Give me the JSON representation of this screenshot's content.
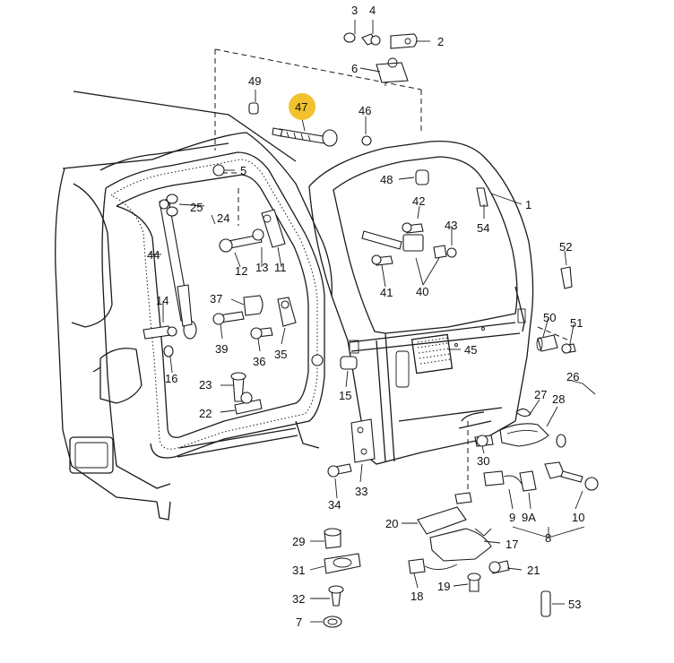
{
  "highlight_color": "#f2c12e",
  "highlighted_label": "47",
  "labels": [
    "1",
    "2",
    "3",
    "4",
    "5",
    "6",
    "7",
    "8",
    "9",
    "9A",
    "10",
    "11",
    "12",
    "13",
    "14",
    "15",
    "16",
    "17",
    "18",
    "19",
    "20",
    "21",
    "22",
    "23",
    "24",
    "25",
    "26",
    "27",
    "28",
    "29",
    "30",
    "31",
    "32",
    "33",
    "34",
    "35",
    "36",
    "37",
    "39",
    "40",
    "41",
    "42",
    "43",
    "44",
    "45",
    "46",
    "47",
    "48",
    "49",
    "50",
    "51",
    "52",
    "53",
    "54"
  ]
}
